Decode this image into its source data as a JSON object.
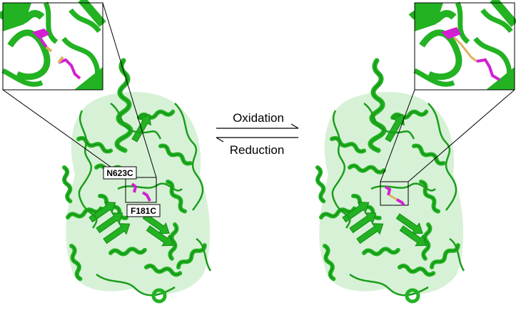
{
  "reaction": {
    "forward_label": "Oxidation",
    "reverse_label": "Reduction"
  },
  "left_structure": {
    "label_top": "N623C",
    "label_bottom": "F181C",
    "state": "reduced"
  },
  "right_structure": {
    "state": "oxidized"
  },
  "colors": {
    "protein": "#22b222",
    "protein_dark": "#138813",
    "mutation_sites": "#d21fd2",
    "disulfide_bond": "#e0b060"
  }
}
